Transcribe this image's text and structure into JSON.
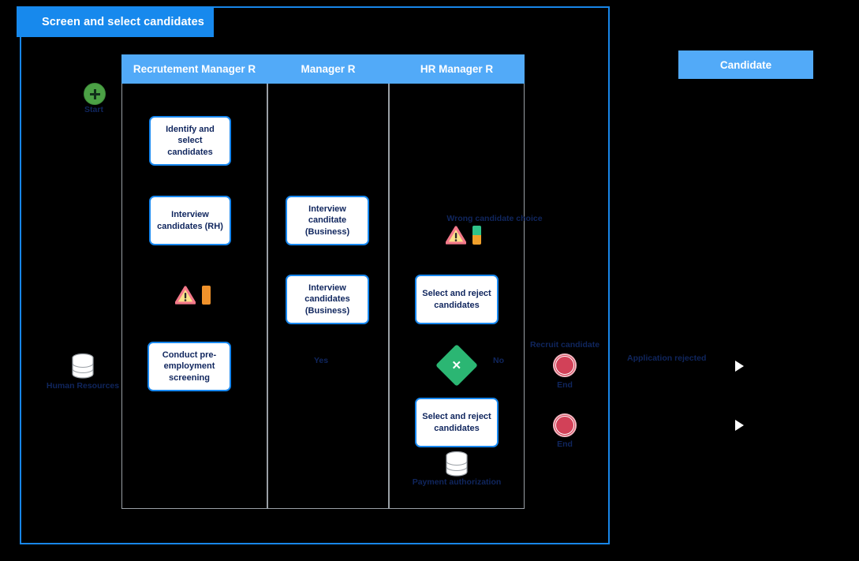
{
  "pool": {
    "title": "Screen and select candidates",
    "accent": "#1789ed",
    "border": "#1886e8"
  },
  "candidate_pool": {
    "title": "Candidate",
    "accent": "#52aaf8"
  },
  "lanes": [
    {
      "id": "lane-recruitment-manager",
      "label": "Recrutement Manager R"
    },
    {
      "id": "lane-manager",
      "label": "Manager R"
    },
    {
      "id": "lane-hr-manager",
      "label": "HR Manager R"
    }
  ],
  "events": {
    "start": {
      "label": "Start",
      "color": "#4ba145"
    },
    "end_1": {
      "label": "End",
      "color": "#d24158"
    },
    "end_2": {
      "label": "End",
      "color": "#d24158"
    }
  },
  "gateway": {
    "symbol": "✕",
    "color": "#2bb673"
  },
  "tasks": [
    {
      "id": "task-identify-select-candidates",
      "label": "Identify and select candidates"
    },
    {
      "id": "task-interview-candidates-rh",
      "label": "Interview candidates (RH)"
    },
    {
      "id": "task-conduct-pre-employment-screening",
      "label": "Conduct pre-employment screening"
    },
    {
      "id": "task-interview-canditate-business",
      "label": "Interview canditate (Business)"
    },
    {
      "id": "task-interview-candidates-business",
      "label": "Interview candidates (Business)"
    },
    {
      "id": "task-select-reject-candidates-1",
      "label": "Select and reject candidates"
    },
    {
      "id": "task-select-reject-candidates-2",
      "label": "Select and reject candidates"
    }
  ],
  "datastores": [
    {
      "id": "datastore-human-resources",
      "label": "Human Resources"
    },
    {
      "id": "datastore-payment-authorization",
      "label": "Payment authorization"
    }
  ],
  "annotations": {
    "risk_wrong_candidate_choice": "Wrong candidate choice",
    "flow_yes": "Yes",
    "flow_no": "No",
    "message_recruit_candidate": "Recruit candidate",
    "message_application_rejected": "Application rejected"
  },
  "icons": {
    "warning": {
      "name": "warning-triangle-icon",
      "fill": "#fbe38a",
      "stroke": "#f4798a"
    },
    "control_top_orange": {
      "name": "control-bar-icon",
      "top": "#f0922b",
      "bottom": "#f0922b"
    },
    "control_green_orange": {
      "name": "control-bar-icon",
      "top": "#2fc38a",
      "bottom": "#f0a02b"
    }
  }
}
